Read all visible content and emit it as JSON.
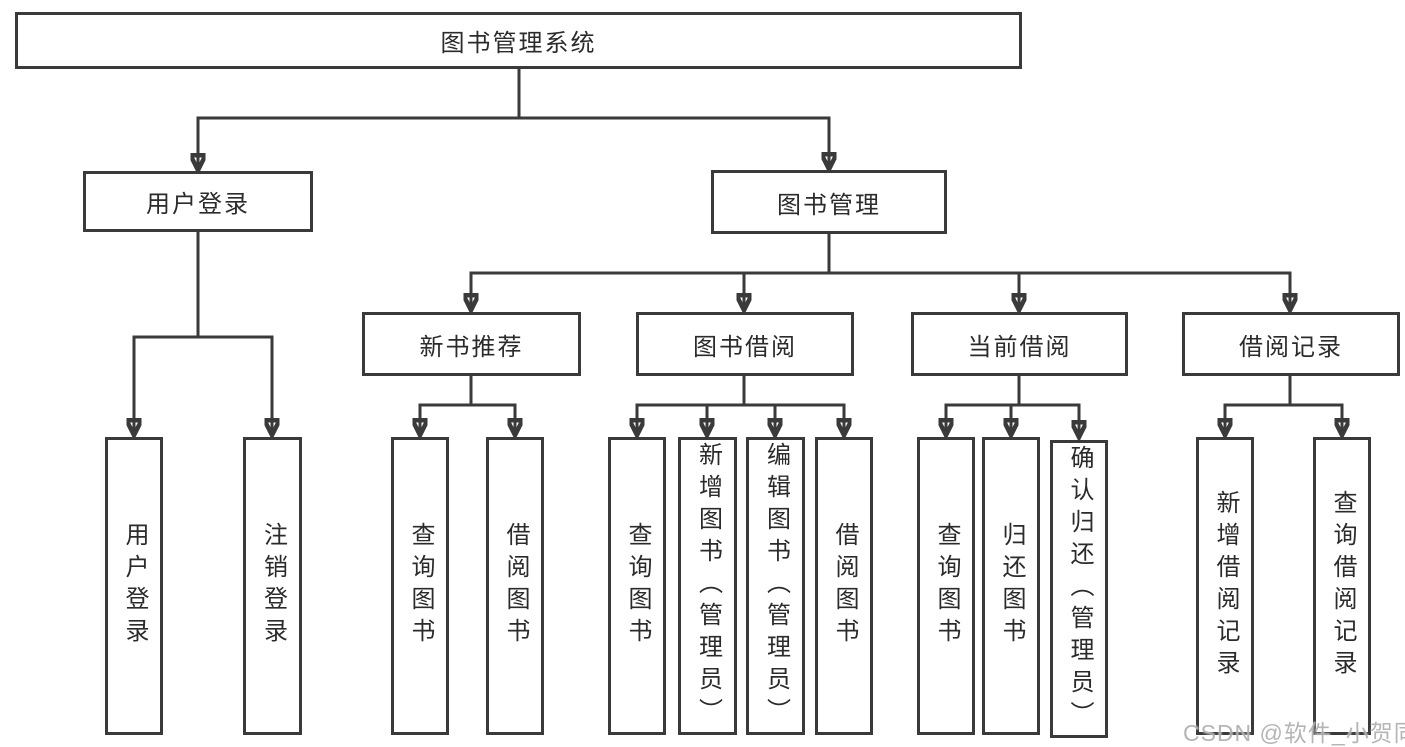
{
  "colors": {
    "line": "#3a3a3a",
    "text": "#2b2b2b",
    "background": "#ffffff",
    "watermark": "#a8a8a8"
  },
  "watermark": {
    "text": "CSDN @软件_小贺同学"
  },
  "tree": {
    "root": {
      "label": "图书管理系统",
      "children": [
        {
          "label": "用户登录",
          "children": [
            {
              "label": "用户登录"
            },
            {
              "label": "注销登录"
            }
          ]
        },
        {
          "label": "图书管理",
          "children": [
            {
              "label": "新书推荐",
              "children": [
                {
                  "label": "查询图书"
                },
                {
                  "label": "借阅图书"
                }
              ]
            },
            {
              "label": "图书借阅",
              "children": [
                {
                  "label": "查询图书"
                },
                {
                  "label": "新增图书（管理员）"
                },
                {
                  "label": "编辑图书（管理员）"
                },
                {
                  "label": "借阅图书"
                }
              ]
            },
            {
              "label": "当前借阅",
              "children": [
                {
                  "label": "查询图书"
                },
                {
                  "label": "归还图书"
                },
                {
                  "label": "确认归还（管理员）"
                }
              ]
            },
            {
              "label": "借阅记录",
              "children": [
                {
                  "label": "新增借阅记录"
                },
                {
                  "label": "查询借阅记录"
                }
              ]
            }
          ]
        }
      ]
    }
  }
}
